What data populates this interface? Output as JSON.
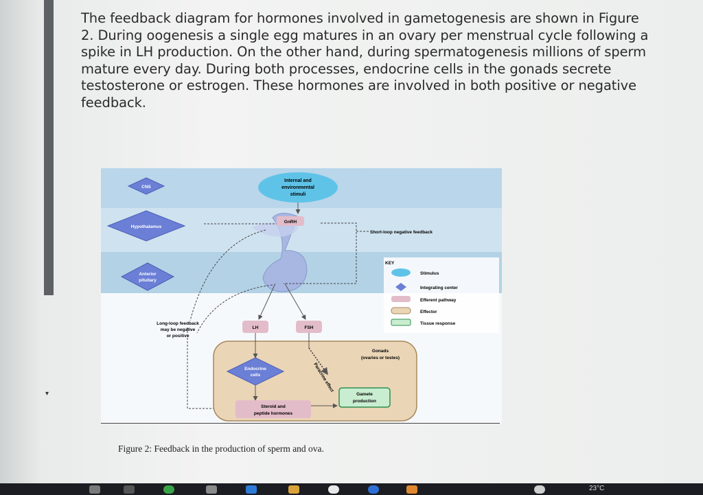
{
  "paragraph": {
    "lines": [
      "The feedback diagram for hormones involved in gametogenesis are shown in Figure",
      "2. During oogenesis a single egg matures in an ovary per menstrual cycle following a",
      "spike in LH production. On the other hand, during spermatogenesis millions of sperm",
      "mature every day. During both processes, endocrine cells in the gonads secrete",
      "testosterone or estrogen. These hormones are involved in both positive or negative",
      "feedback."
    ]
  },
  "figure": {
    "cns": "CNS",
    "hypothalamus": "Hypothalamus",
    "anterior_pituitary": [
      "Anterior",
      "pituitary"
    ],
    "stimulus_bubble": [
      "Internal and",
      "environmental",
      "stimuli"
    ],
    "gnrh": "GnRH",
    "short_loop": "Short-loop negative feedback",
    "long_loop": [
      "Long-loop feedback",
      "may be negative",
      "or positive"
    ],
    "lh": "LH",
    "fsh": "FSH",
    "gonads": [
      "Gonads",
      "(ovaries or testes)"
    ],
    "endocrine": [
      "Endocrine",
      "cells"
    ],
    "paracrine": "Paracrine effect",
    "steroid": [
      "Steroid and",
      "peptide hormones"
    ],
    "gamete": [
      "Gamete",
      "production"
    ],
    "key": {
      "title": "KEY",
      "items": [
        {
          "label": "Stimulus",
          "color": "#5fc3e8"
        },
        {
          "label": "Integrating center",
          "color": "#6b7fd6"
        },
        {
          "label": "Efferent pathway",
          "color": "#e3bcc9"
        },
        {
          "label": "Effector",
          "color": "#d9c6a4"
        },
        {
          "label": "Tissue response",
          "color": "#c9edd0"
        }
      ]
    }
  },
  "caption": "Figure 2: Feedback in the production of sperm and ova.",
  "taskbar": {
    "time": "23°C"
  },
  "colors": {
    "band_blue": "#b3d2e6",
    "band_light": "#dbe8f1",
    "integrating": "#6b7fd6",
    "stimulus": "#5fc3e8",
    "gonad_fill": "#ead5b6",
    "gonad_stroke": "#a7885d"
  }
}
